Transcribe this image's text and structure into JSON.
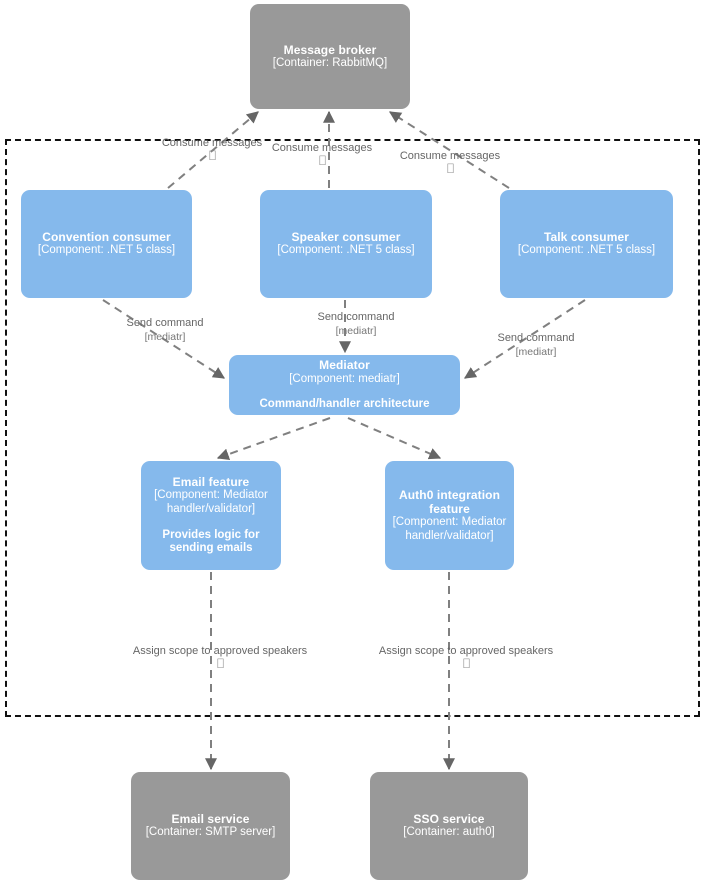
{
  "diagram": {
    "type": "c4-component-diagram",
    "colors": {
      "container_gray": "#999999",
      "component_blue": "#85b9ec",
      "boundary_dashed": "#111111",
      "edge_gray": "#808080",
      "label_text": "#666666",
      "node_text": "#ffffff",
      "background": "#ffffff"
    }
  },
  "nodes": {
    "message_broker": {
      "title": "Message broker",
      "tech": "[Container: RabbitMQ]",
      "desc": ""
    },
    "convention_consumer": {
      "title": "Convention consumer",
      "tech": "[Component: .NET 5 class]",
      "desc": ""
    },
    "speaker_consumer": {
      "title": "Speaker consumer",
      "tech": "[Component: .NET 5 class]",
      "desc": ""
    },
    "talk_consumer": {
      "title": "Talk consumer",
      "tech": "[Component: .NET 5 class]",
      "desc": ""
    },
    "mediator": {
      "title": "Mediator",
      "tech": "[Component: mediatr]",
      "desc": "Command/handler architecture"
    },
    "email_feature": {
      "title": "Email feature",
      "tech": "[Component: Mediator handler/validator]",
      "desc": "Provides logic for sending emails"
    },
    "auth0_feature": {
      "title": "Auth0 integration feature",
      "tech": "[Component: Mediator handler/validator]",
      "desc": ""
    },
    "email_service": {
      "title": "Email service",
      "tech": "[Container: SMTP server]",
      "desc": ""
    },
    "sso_service": {
      "title": "SSO service",
      "tech": "[Container: auth0]",
      "desc": ""
    }
  },
  "edges": {
    "consume_convention": {
      "label": "Consume messages",
      "tech": "⎕"
    },
    "consume_speaker": {
      "label": "Consume messages",
      "tech": "⎕"
    },
    "consume_talk": {
      "label": "Consume messages",
      "tech": "⎕"
    },
    "send_command_convention": {
      "label": "Send command",
      "tech": "[mediatr]"
    },
    "send_command_speaker": {
      "label": "Send command",
      "tech": "[mediatr]"
    },
    "send_command_talk": {
      "label": "Send command",
      "tech": "[mediatr]"
    },
    "assign_scope_email": {
      "label": "Assign scope to approved speakers",
      "tech": "⎕"
    },
    "assign_scope_sso": {
      "label": "Assign scope to approved speakers",
      "tech": "⎕"
    }
  }
}
